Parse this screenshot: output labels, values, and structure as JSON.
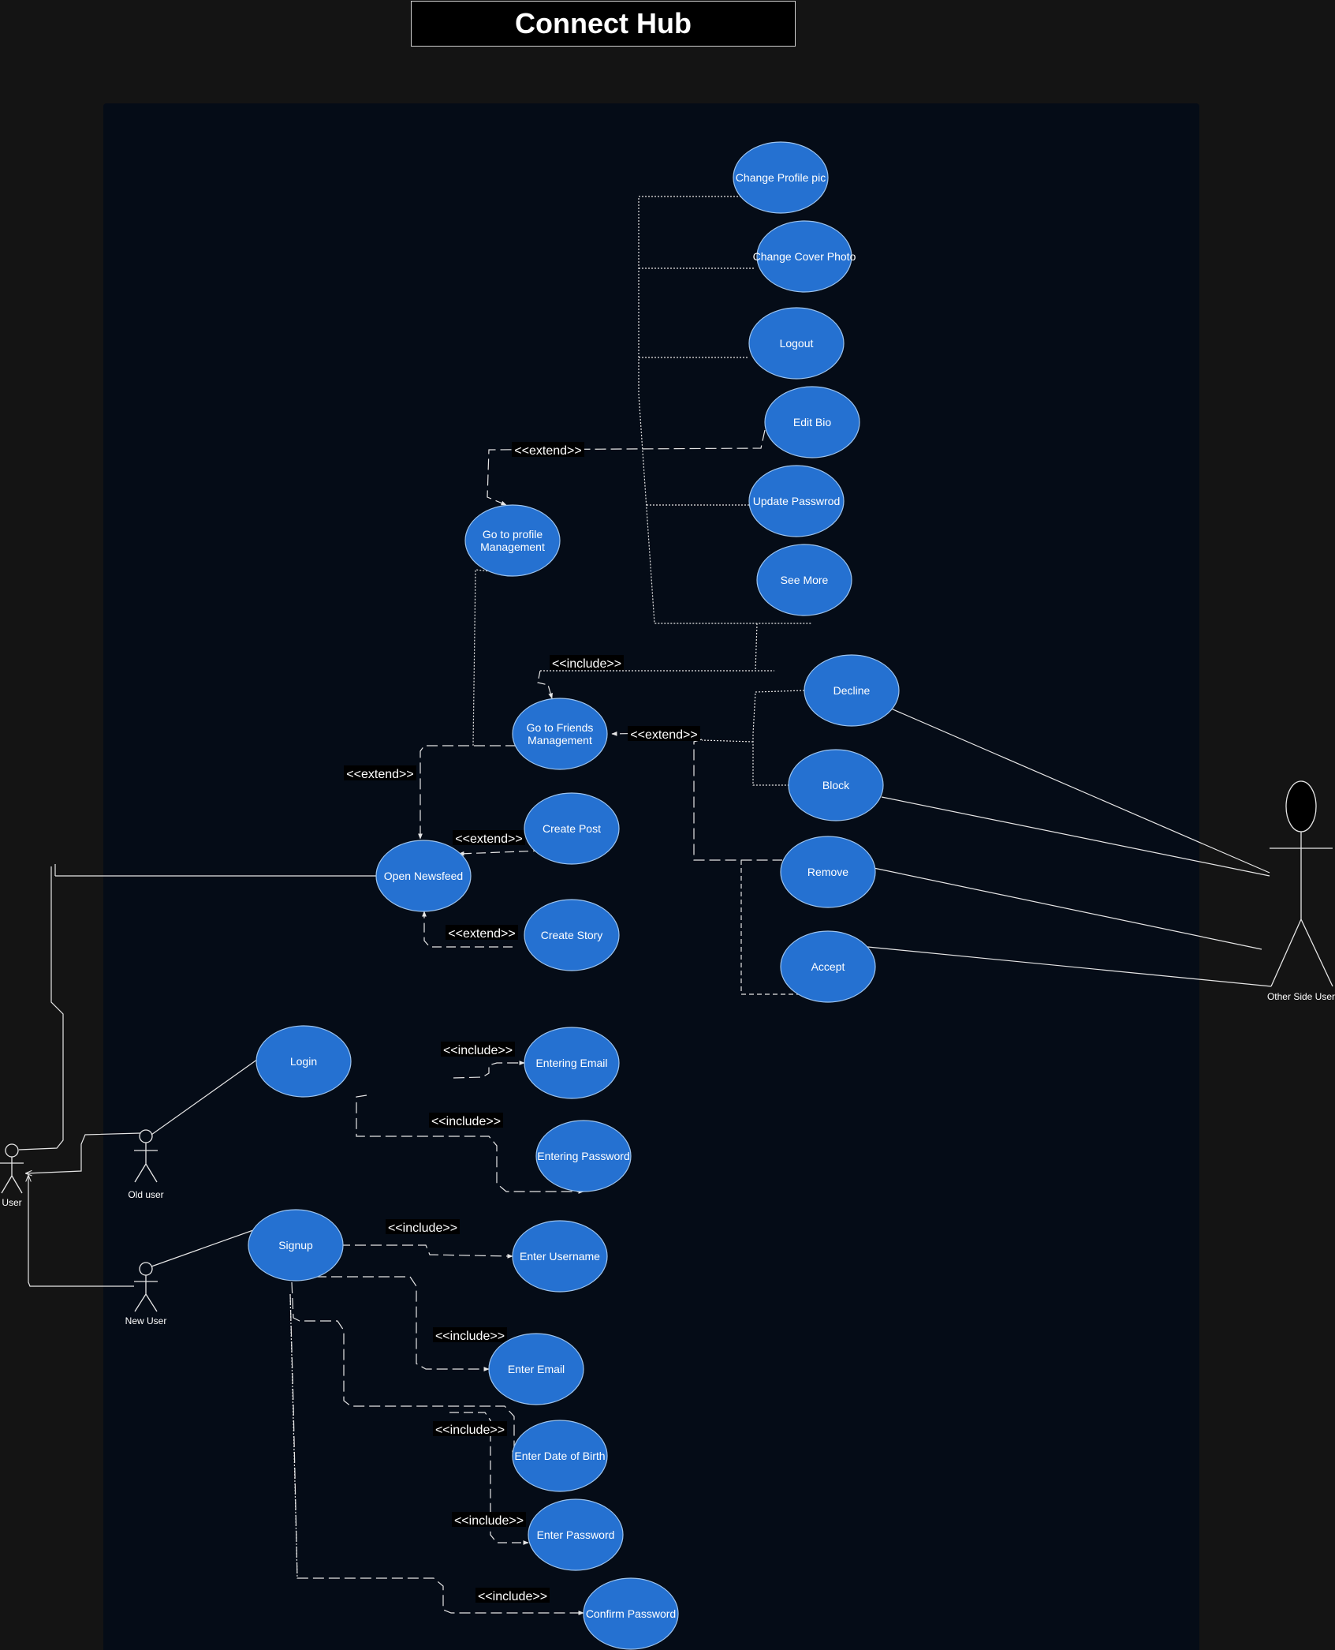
{
  "title": "Connect Hub",
  "colors": {
    "page_background": "#141414",
    "panel_background": "#050c17",
    "use_case_fill": "#2571d1",
    "use_case_stroke": "#9cc3ee",
    "line": "#e6e6e6",
    "stereotype_label_bg": "#000000",
    "text": "#ffffff"
  },
  "actors": {
    "user": "User",
    "old_user": "Old user",
    "new_user": "New User",
    "other_side_user": "Other Side User"
  },
  "use_cases": {
    "change_profile_pic": "Change Profile pic",
    "change_cover_photo": "Change Cover Photo",
    "logout": "Logout",
    "edit_bio": "Edit Bio",
    "update_password": "Update Passwrod",
    "see_more": "See More",
    "profile_management": [
      "Go to profile",
      "Management"
    ],
    "friends_management": [
      "Go to Friends",
      "Management"
    ],
    "decline": "Decline",
    "block": "Block",
    "remove": "Remove",
    "accept": "Accept",
    "create_post": "Create Post",
    "open_newsfeed": "Open Newsfeed",
    "create_story": "Create Story",
    "login": "Login",
    "entering_email": "Entering Email",
    "entering_password": "Entering Password",
    "signup": "Signup",
    "enter_username": "Enter Username",
    "enter_email": "Enter Email",
    "enter_dob": "Enter Date of Birth",
    "enter_password": "Enter Password",
    "confirm_password": "Confirm Password"
  },
  "stereotypes": {
    "extend": "<<extend>>",
    "include": "<<include>>"
  }
}
